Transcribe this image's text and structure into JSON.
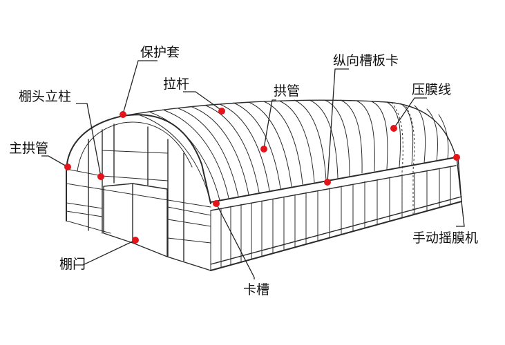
{
  "colors": {
    "marker": "#e3151b",
    "line": "#2b2b2b",
    "text": "#111111"
  },
  "labels": {
    "protective_cover": "保护套",
    "tie_rod": "拉杆",
    "arch_pipe": "拱管",
    "longitudinal_clip_channel": "纵向槽板卡",
    "film_pressing_line": "压膜线",
    "gable_post": "棚头立柱",
    "main_arch_pipe": "主拱管",
    "manual_film_roller": "手动摇膜机",
    "greenhouse_door": "棚门",
    "clip_groove": "卡槽"
  }
}
